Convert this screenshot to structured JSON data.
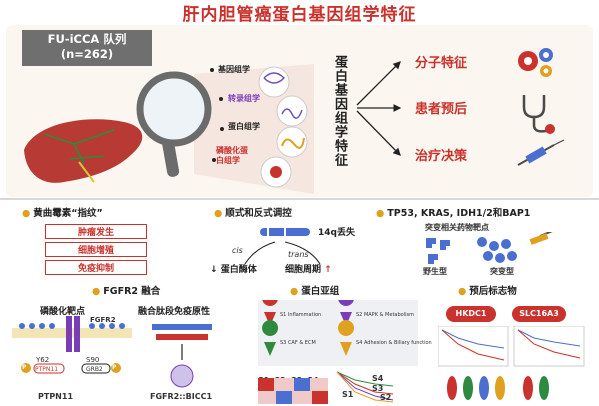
{
  "title": "肝内胆管癌蛋白基因组学特征",
  "cohort": {
    "line1": "FU-iCCA 队列",
    "line2": "(n=262)"
  },
  "layers": [
    "基因组学",
    "转录组学",
    "蛋白组学",
    "磷酸化蛋白组学"
  ],
  "center_label": "蛋白基因组学特征",
  "outcomes": [
    "分子特征",
    "患者预后",
    "治疗决策"
  ],
  "sections": {
    "aflatoxin": {
      "title": "黄曲霉素“指纹”",
      "items": [
        "肿瘤发生",
        "细胞增殖",
        "免疫抑制"
      ]
    },
    "cis_trans": {
      "title": "顺式和反式调控",
      "loss": "14q丢失",
      "cis": "cis",
      "trans": "trans",
      "left": "蛋白酶体",
      "right": "细胞周期"
    },
    "mutations": {
      "title": "TP53, KRAS, IDH1/2和BAP1",
      "subtitle": "突变相关药物靶点",
      "wild": "野生型",
      "mutant": "突变型"
    },
    "fgfr2": {
      "title": "FGFR2 融合",
      "sub1": "磷酸化靶点",
      "sub2": "融合肽段免疫原性",
      "receptor": "FGFR2",
      "y62": "Y62",
      "s90": "S90",
      "ptpn11": "PTPN11",
      "grb2": "GRB2",
      "p": "P",
      "bottom1": "PTPN11",
      "bottom2": "FGFR2::BICC1"
    },
    "subgroups": {
      "title": "蛋白亚组",
      "quadrants": [
        "S1 Inflammation",
        "S2 MAPK & Metabolism",
        "S3 CAF & ECM",
        "S4 Adhesion & Biliary function"
      ],
      "heat_labels": [
        "S1",
        "S2",
        "S3",
        "S4"
      ],
      "curve_labels": [
        "S4",
        "S1",
        "S3",
        "S2"
      ]
    },
    "markers": {
      "title": "预后标志物",
      "pill1": "HKDC1",
      "pill2": "SLC16A3"
    }
  },
  "colors": {
    "accent": "#c9322d",
    "bullet": "#e0a020",
    "cohort": "#6f6f6f",
    "blue": "#4a6fd0"
  }
}
